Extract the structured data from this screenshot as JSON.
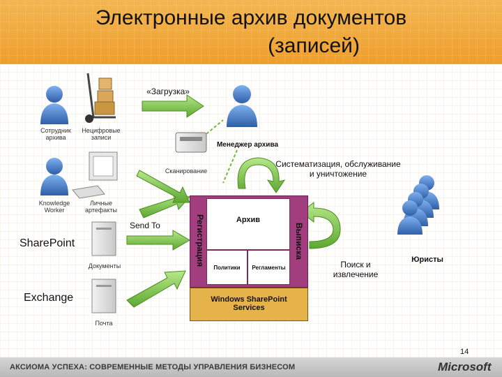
{
  "header": {
    "title_line1": "Электронные архив документов",
    "title_line2": "(записей)"
  },
  "flow": {
    "upload": "«Загрузка»",
    "send_to": "Send To",
    "scanning": "Сканирование",
    "systematization_line1": "Систематизация, обслуживание",
    "systematization_line2": "и уничтожение",
    "search_line1": "Поиск и",
    "search_line2": "извлечение"
  },
  "actors": {
    "employee_line1": "Сотрудник",
    "employee_line2": "архива",
    "non_digital_line1": "Нецифровые",
    "non_digital_line2": "записи",
    "manager": "Менеджер архива",
    "knowledge_line1": "Knowledge",
    "knowledge_line2": "Worker",
    "personal_line1": "Личные",
    "personal_line2": "артефакты",
    "lawyers": "Юристы"
  },
  "sources": {
    "sharepoint": "SharePoint",
    "documents": "Документы",
    "exchange": "Exchange",
    "mail": "Почта"
  },
  "archive": {
    "registration": "Регистрация",
    "archive": "Архив",
    "extract": "Выписка",
    "policies": "Политики",
    "regulations": "Регламенты",
    "wss_line1": "Windows SharePoint",
    "wss_line2": "Services"
  },
  "footer": {
    "tagline": "АКСИОМА УСПЕХА: СОВРЕМЕННЫЕ МЕТОДЫ УПРАВЛЕНИЯ БИЗНЕСОМ",
    "brand": "Microsoft"
  },
  "page_number": "14",
  "colors": {
    "header": "#f0a83a",
    "archive": "#a23d7e",
    "arrow": "#7dc24b",
    "person": "#4a7fc9",
    "wss": "#e6b34a"
  }
}
